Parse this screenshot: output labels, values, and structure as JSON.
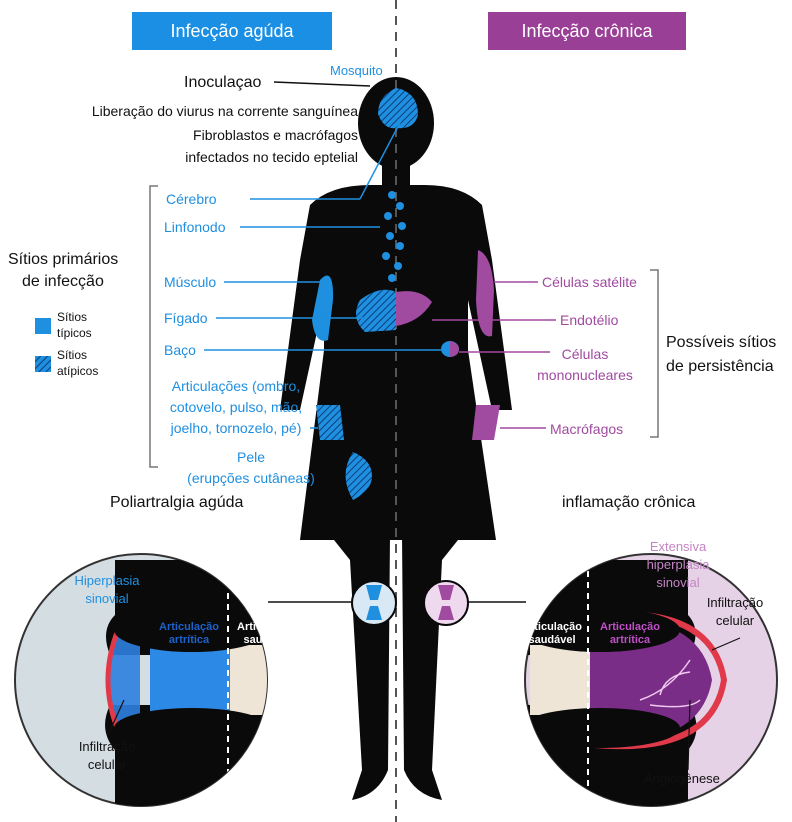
{
  "headers": {
    "acute": "Infecção agúda",
    "chronic": "Infecção crônica"
  },
  "top_labels": {
    "mosquito": "Mosquito",
    "inoculation": "Inoculaçao",
    "release": "Liberação do viurus na corrente sanguínea",
    "fibroblasts_1": "Fibroblastos e macrófagos",
    "fibroblasts_2": "infectados no tecido eptelial"
  },
  "primary_sites": {
    "title_1": "Sítios primários",
    "title_2": "de infecção",
    "legend_typical_1": "Sítios",
    "legend_typical_2": "típicos",
    "legend_atypical_1": "Sítios",
    "legend_atypical_2": "atípicos",
    "items": {
      "cerebro": "Cérebro",
      "linfonodo": "Linfonodo",
      "musculo": "Músculo",
      "figado": "Fígado",
      "baco": "Baço",
      "artic_1": "Articulações (ombro,",
      "artic_2": "cotovelo, pulso, mão,",
      "artic_3": "joelho, tornozelo, pé)",
      "pele_1": "Pele",
      "pele_2": "(erupções cutâneas)"
    }
  },
  "persistence_sites": {
    "title_1": "Possíveis sítios",
    "title_2": "de persistência",
    "items": {
      "satelite": "Células satélite",
      "endotelio": "Endotélio",
      "mono_1": "Células",
      "mono_2": "mononucleares",
      "macrofagos": "Macrófagos"
    }
  },
  "acute_panel": {
    "title": "Poliartralgia agúda",
    "hyperplasia_1": "Hiperplasia",
    "hyperplasia_2": "sinovial",
    "arthritic_1": "Articulação",
    "arthritic_2": "artrítica",
    "healthy_1": "Articulação",
    "healthy_2": "saudável",
    "infiltration_1": "Infiltração",
    "infiltration_2": "celular"
  },
  "chronic_panel": {
    "title": "inflamação crônica",
    "hyperplasia_1": "Extensiva",
    "hyperplasia_2": "hiperplasia",
    "hyperplasia_3": "sinovial",
    "infiltration_1": "Infiltração",
    "infiltration_2": "celular",
    "healthy_1": "Articulação",
    "healthy_2": "saudável",
    "arthritic_1": "Articulação",
    "arthritic_2": "artrítica",
    "angiogenesis": "Angiogênese"
  },
  "colors": {
    "acute_header": "#1a8fe3",
    "chronic_header": "#9a3f96",
    "infection_blue": "#1f8fe0",
    "persistence_purple": "#a04aa0",
    "silhouette": "#0a0a0a",
    "acute_panel_bg": "#d4dde2",
    "chronic_panel_bg": "#e6d2e6"
  }
}
